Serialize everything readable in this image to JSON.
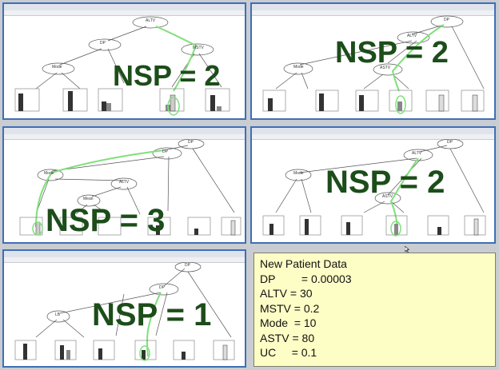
{
  "colors": {
    "window_border": "#3f6fb5",
    "annotation_green": "#1c4d1a",
    "highlight_path": "#7fe07a",
    "panel_bg": "#fdfdc6"
  },
  "trees": [
    {
      "label": "NSP = 2"
    },
    {
      "label": "NSP = 2"
    },
    {
      "label": "NSP = 3"
    },
    {
      "label": "NSP = 2"
    },
    {
      "label": "NSP = 1"
    }
  ],
  "patient": {
    "title": "New Patient Data",
    "fields": [
      {
        "name": "DP",
        "value": "= 0.00003"
      },
      {
        "name": "ALTV",
        "value": "= 30"
      },
      {
        "name": "MSTV",
        "value": "= 0.2"
      },
      {
        "name": "Mode",
        "value": "= 10"
      },
      {
        "name": "ASTV",
        "value": "= 80"
      },
      {
        "name": "UC",
        "value": "= 0.1"
      }
    ]
  }
}
